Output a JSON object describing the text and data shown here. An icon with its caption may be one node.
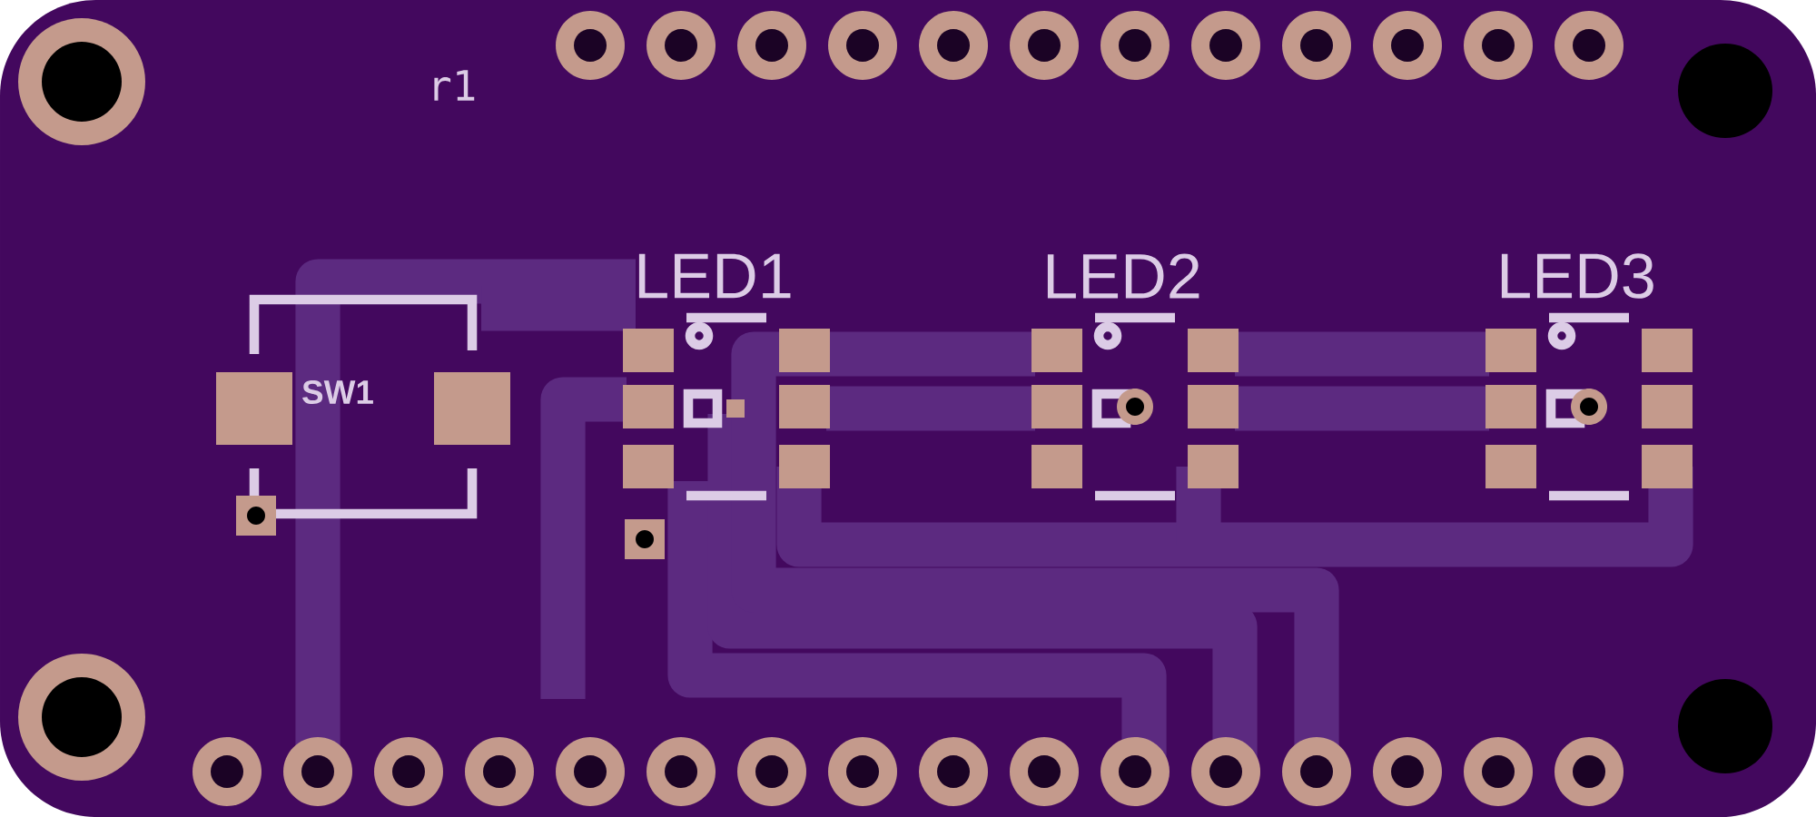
{
  "diagram": {
    "labels": [
      "r1",
      "LED1",
      "LED2",
      "LED3",
      "SW1"
    ]
  }
}
